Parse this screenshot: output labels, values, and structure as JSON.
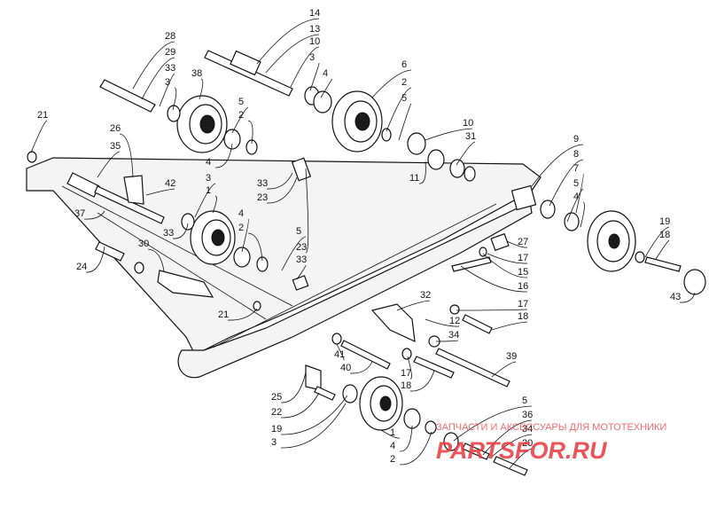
{
  "diagram": {
    "labels": [
      "14",
      "13",
      "10",
      "3",
      "4",
      "28",
      "29",
      "33",
      "3",
      "38",
      "6",
      "2",
      "5",
      "10",
      "31",
      "5",
      "2",
      "4",
      "21",
      "26",
      "35",
      "42",
      "3",
      "1",
      "33",
      "37",
      "4",
      "2",
      "5",
      "23",
      "33",
      "24",
      "30",
      "9",
      "8",
      "7",
      "5",
      "4",
      "19",
      "18",
      "43",
      "27",
      "17",
      "15",
      "16",
      "11",
      "32",
      "12",
      "17",
      "18",
      "34",
      "21",
      "41",
      "40",
      "17",
      "18",
      "39",
      "25",
      "22",
      "19",
      "3",
      "1",
      "4",
      "2",
      "5",
      "36",
      "34",
      "20",
      "33",
      "23"
    ]
  },
  "watermark": {
    "line1": "ЗАПЧАСТИ И АКСЕССУАРЫ ДЛЯ МОТОТЕХНИКИ",
    "logo": "PARTSFOR.RU",
    "color": "#e8373c"
  }
}
